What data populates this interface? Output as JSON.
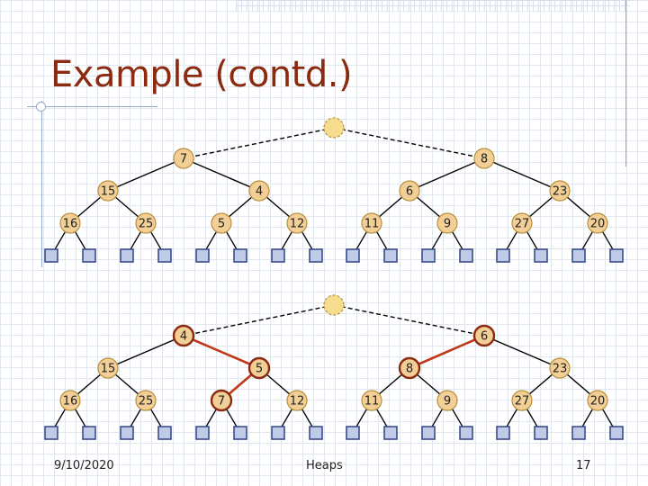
{
  "slide": {
    "title": "Example (contd.)",
    "footer_date": "9/10/2020",
    "footer_center": "Heaps",
    "page_number": "17"
  },
  "colors": {
    "title": "#8b2a10",
    "node_fill": "#f2cf97",
    "node_stroke": "#b8903a",
    "highlight_stroke": "#8b2a10",
    "root_fill": "#f5dc8f",
    "leaf_fill": "#bfcbe7",
    "leaf_stroke": "#3b4d8c",
    "edge": "#000000",
    "highlight_edge": "#c0391b"
  },
  "trees": [
    {
      "root": {
        "label": ""
      },
      "nodes": [
        {
          "id": "a",
          "label": "7",
          "highlight": false
        },
        {
          "id": "b",
          "label": "8",
          "highlight": false
        },
        {
          "id": "c",
          "label": "15",
          "highlight": false
        },
        {
          "id": "d",
          "label": "4",
          "highlight": false
        },
        {
          "id": "e",
          "label": "6",
          "highlight": false
        },
        {
          "id": "f",
          "label": "23",
          "highlight": false
        },
        {
          "id": "g",
          "label": "16",
          "highlight": false
        },
        {
          "id": "h",
          "label": "25",
          "highlight": false
        },
        {
          "id": "i",
          "label": "5",
          "highlight": false
        },
        {
          "id": "j",
          "label": "12",
          "highlight": false
        },
        {
          "id": "k",
          "label": "11",
          "highlight": false
        },
        {
          "id": "l",
          "label": "9",
          "highlight": false
        },
        {
          "id": "m",
          "label": "27",
          "highlight": false
        },
        {
          "id": "n",
          "label": "20",
          "highlight": false
        }
      ],
      "edges": [
        {
          "from": "root",
          "to": "a",
          "dashed": true,
          "highlight": false
        },
        {
          "from": "root",
          "to": "b",
          "dashed": true,
          "highlight": false
        },
        {
          "from": "a",
          "to": "c",
          "dashed": false,
          "highlight": false
        },
        {
          "from": "a",
          "to": "d",
          "dashed": false,
          "highlight": false
        },
        {
          "from": "b",
          "to": "e",
          "dashed": false,
          "highlight": false
        },
        {
          "from": "b",
          "to": "f",
          "dashed": false,
          "highlight": false
        },
        {
          "from": "c",
          "to": "g",
          "dashed": false,
          "highlight": false
        },
        {
          "from": "c",
          "to": "h",
          "dashed": false,
          "highlight": false
        },
        {
          "from": "d",
          "to": "i",
          "dashed": false,
          "highlight": false
        },
        {
          "from": "d",
          "to": "j",
          "dashed": false,
          "highlight": false
        },
        {
          "from": "e",
          "to": "k",
          "dashed": false,
          "highlight": false
        },
        {
          "from": "e",
          "to": "l",
          "dashed": false,
          "highlight": false
        },
        {
          "from": "f",
          "to": "m",
          "dashed": false,
          "highlight": false
        },
        {
          "from": "f",
          "to": "n",
          "dashed": false,
          "highlight": false
        }
      ]
    },
    {
      "root": {
        "label": ""
      },
      "nodes": [
        {
          "id": "a",
          "label": "4",
          "highlight": true
        },
        {
          "id": "b",
          "label": "6",
          "highlight": true
        },
        {
          "id": "c",
          "label": "15",
          "highlight": false
        },
        {
          "id": "d",
          "label": "5",
          "highlight": true
        },
        {
          "id": "e",
          "label": "8",
          "highlight": true
        },
        {
          "id": "f",
          "label": "23",
          "highlight": false
        },
        {
          "id": "g",
          "label": "16",
          "highlight": false
        },
        {
          "id": "h",
          "label": "25",
          "highlight": false
        },
        {
          "id": "i",
          "label": "7",
          "highlight": true
        },
        {
          "id": "j",
          "label": "12",
          "highlight": false
        },
        {
          "id": "k",
          "label": "11",
          "highlight": false
        },
        {
          "id": "l",
          "label": "9",
          "highlight": false
        },
        {
          "id": "m",
          "label": "27",
          "highlight": false
        },
        {
          "id": "n",
          "label": "20",
          "highlight": false
        }
      ],
      "edges": [
        {
          "from": "root",
          "to": "a",
          "dashed": true,
          "highlight": false
        },
        {
          "from": "root",
          "to": "b",
          "dashed": true,
          "highlight": false
        },
        {
          "from": "a",
          "to": "c",
          "dashed": false,
          "highlight": false
        },
        {
          "from": "a",
          "to": "d",
          "dashed": false,
          "highlight": true
        },
        {
          "from": "b",
          "to": "e",
          "dashed": false,
          "highlight": true
        },
        {
          "from": "b",
          "to": "f",
          "dashed": false,
          "highlight": false
        },
        {
          "from": "c",
          "to": "g",
          "dashed": false,
          "highlight": false
        },
        {
          "from": "c",
          "to": "h",
          "dashed": false,
          "highlight": false
        },
        {
          "from": "d",
          "to": "i",
          "dashed": false,
          "highlight": true
        },
        {
          "from": "d",
          "to": "j",
          "dashed": false,
          "highlight": false
        },
        {
          "from": "e",
          "to": "k",
          "dashed": false,
          "highlight": false
        },
        {
          "from": "e",
          "to": "l",
          "dashed": false,
          "highlight": false
        },
        {
          "from": "f",
          "to": "m",
          "dashed": false,
          "highlight": false
        },
        {
          "from": "f",
          "to": "n",
          "dashed": false,
          "highlight": false
        }
      ]
    }
  ]
}
